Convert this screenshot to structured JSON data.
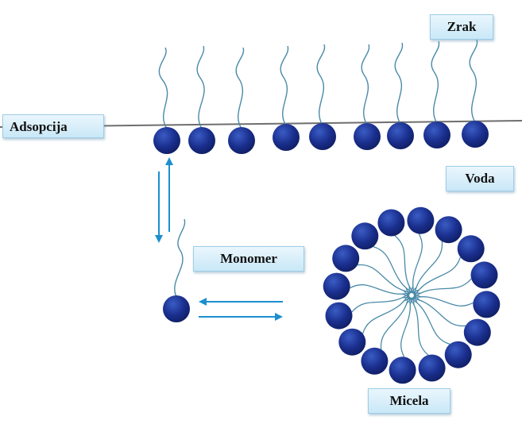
{
  "labels": {
    "air": "Zrak",
    "adsorption": "Adsopcija",
    "water": "Voda",
    "monomer": "Monomer",
    "micelle": "Micela"
  },
  "colors": {
    "head_dark": "#14267a",
    "head_light": "#3a5cc4",
    "tail": "#4a8aa8",
    "arrow": "#1c8fcf",
    "interface_line": "#6e6e6e",
    "label_bg": "#d4ecf8"
  }
}
